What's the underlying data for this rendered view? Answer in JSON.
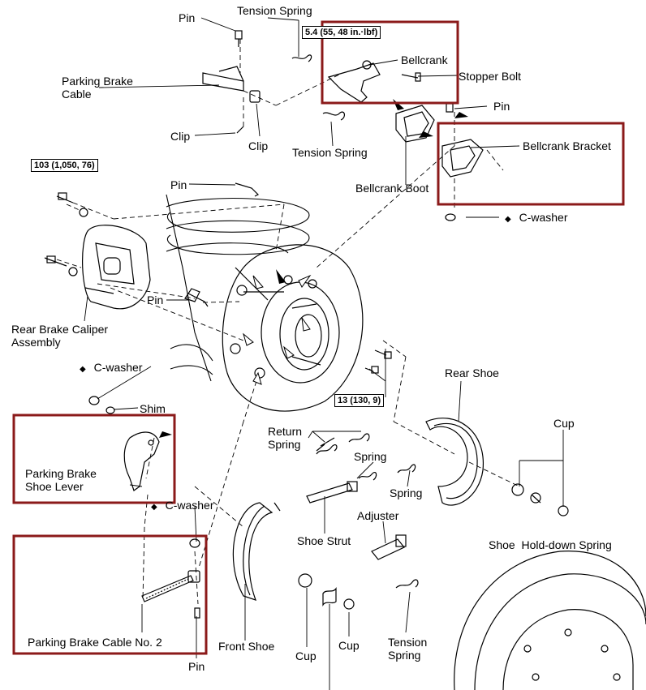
{
  "highlight_color": "#8b1a1a",
  "labels": {
    "pin_top": "Pin",
    "tension_spring_top": "Tension Spring",
    "parking_brake_cable": "Parking Brake\nCable",
    "clip_left": "Clip",
    "clip_right": "Clip",
    "tension_spring_mid": "Tension Spring",
    "bellcrank": "Bellcrank",
    "stopper_bolt": "Stopper Bolt",
    "pin_right": "Pin",
    "bellcrank_bracket": "Bellcrank Bracket",
    "bellcrank_boot": "Bellcrank Boot",
    "c_washer_right": "C-washer",
    "pin_mid": "Pin",
    "pin_caliper": "Pin",
    "rear_brake_caliper": "Rear Brake Caliper\nAssembly",
    "c_washer_left": "C-washer",
    "shim": "Shim",
    "parking_brake_shoe_lever": "Parking Brake\nShoe Lever",
    "c_washer_lower": "C-washer",
    "parking_brake_cable_no2": "Parking Brake Cable No. 2",
    "pin_bottom": "Pin",
    "rear_shoe": "Rear Shoe",
    "cup_right": "Cup",
    "return_spring": "Return\nSpring",
    "spring_upper": "Spring",
    "spring_lower": "Spring",
    "shoe_strut": "Shoe Strut",
    "adjuster": "Adjuster",
    "shoe_hold_down_spring": "Shoe  Hold-down Spring",
    "front_shoe": "Front Shoe",
    "cup_bottom_left": "Cup",
    "cup_bottom_right": "Cup",
    "tension_spring_bottom": "Tension\nSpring"
  },
  "specs": {
    "bellcrank_torque": "5.4 (55, 48 in.·lbf)",
    "caliper_torque": "103 (1,050, 76)",
    "hub_torque": "13 (130, 9)"
  },
  "symbols": {
    "non_reusable": "◆"
  }
}
